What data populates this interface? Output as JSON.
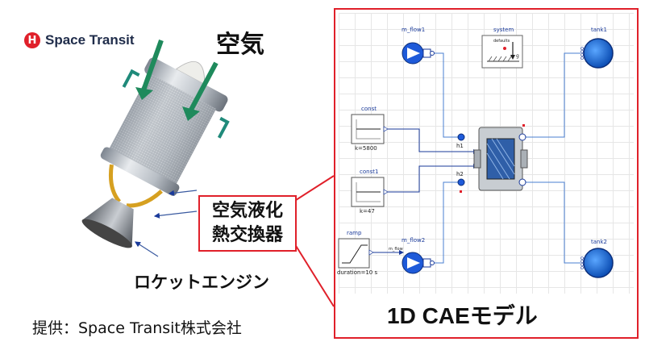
{
  "logo": {
    "badge": "H",
    "text": "Space Transit"
  },
  "labels": {
    "air": "空気",
    "heat_exchanger_line1": "空気液化",
    "heat_exchanger_line2": "熱交換器",
    "engine": "ロケットエンジン",
    "credit": "提供：Space Transit株式会社"
  },
  "model": {
    "title": "1D CAEモデル",
    "blocks": {
      "m_flow1": "m_flow1",
      "system": "system",
      "system_defaults": "defaults",
      "system_g": "g",
      "tank1": "tank1",
      "const": "const",
      "const_k": "k=5800",
      "h1": "h1",
      "const1": "const1",
      "const1_k": "k=47",
      "h2": "h2",
      "ramp": "ramp",
      "ramp_duration": "duration=10 s",
      "m_flow2": "m_flow2",
      "m_flow2_port": "m_flow",
      "tank2": "tank2"
    }
  },
  "colors": {
    "accent_red": "#e0202a",
    "arrow_green": "#1f8a5c",
    "model_blue": "#1a3a9a",
    "tank_blue": "#1e6fd9"
  }
}
